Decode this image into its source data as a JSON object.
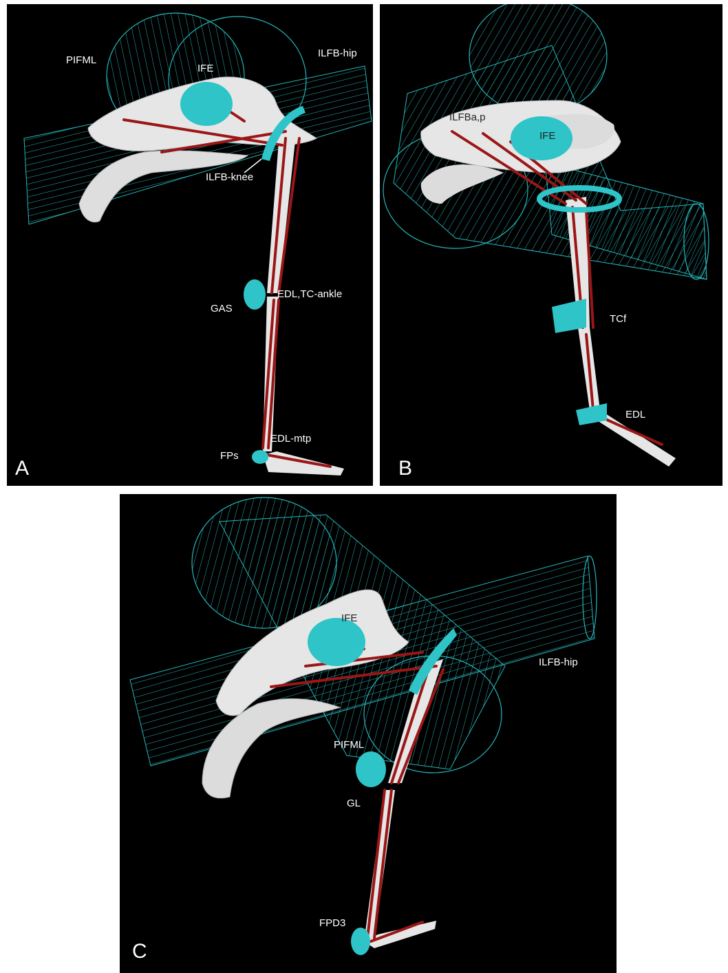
{
  "panels": {
    "A": {
      "letter": "A",
      "labels": {
        "pifml": "PIFML",
        "ife": "IFE",
        "ilfb_hip": "ILFB-hip",
        "ilfb_knee": "ILFB-knee",
        "gas": "GAS",
        "edl_tc_ankle": "EDL,TC-ankle",
        "fps": "FPs",
        "edl_mtp": "EDL-mtp"
      }
    },
    "B": {
      "letter": "B",
      "labels": {
        "ilfba_p": "ILFBa,p",
        "ife": "IFE",
        "tcf": "TCf",
        "edl": "EDL"
      }
    },
    "C": {
      "letter": "C",
      "labels": {
        "ife": "IFE",
        "ilfb_hip": "ILFB-hip",
        "pifml": "PIFML",
        "gl": "GL",
        "fpd3": "FPD3"
      }
    }
  },
  "colors": {
    "background": "#000000",
    "wrap_surface": "#2ec4c8",
    "wrap_lines": "#26b8bc",
    "muscle": "#9b1616",
    "bone": "#e6e6e6",
    "label": "#ffffff"
  }
}
